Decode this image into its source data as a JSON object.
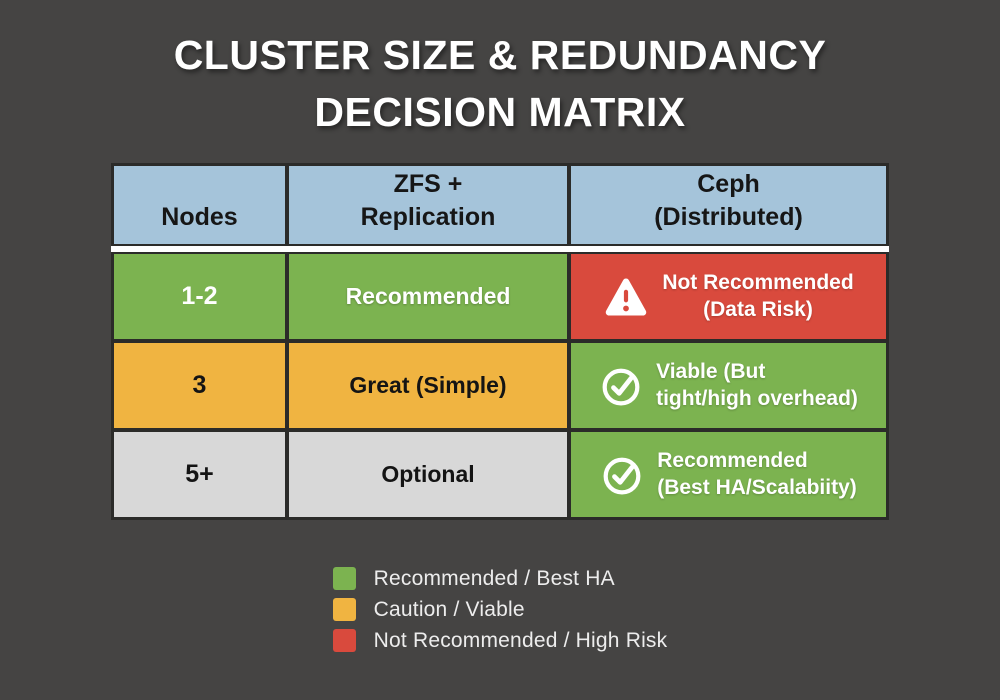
{
  "title": {
    "line1": "CLUSTER SIZE & REDUNDANCY",
    "line2": "DECISION MATRIX"
  },
  "palette": {
    "background": "#454443",
    "header_blue": "#a5c4da",
    "green": "#7cb350",
    "orange": "#f0b441",
    "red": "#d94a3d",
    "gray": "#d8d8d8",
    "grid_line": "#2b2b29",
    "header_separator": "#ffffff",
    "title_text": "#ffffff"
  },
  "table": {
    "headers": [
      {
        "lines": [
          "Nodes"
        ]
      },
      {
        "lines": [
          "ZFS +",
          "Replication"
        ]
      },
      {
        "lines": [
          "Ceph",
          "(Distributed)"
        ]
      }
    ],
    "rows": [
      {
        "nodes": "1-2",
        "zfs": "Recommended",
        "ceph": {
          "icon": "warning-triangle-icon",
          "lines": [
            "Not Recommended",
            "(Data Risk)"
          ]
        }
      },
      {
        "nodes": "3",
        "zfs": "Great (Simple)",
        "ceph": {
          "icon": "check-circle-icon",
          "lines": [
            "Viable (But",
            "tight/high overhead)"
          ]
        }
      },
      {
        "nodes": "5+",
        "zfs": "Optional",
        "ceph": {
          "icon": "check-circle-icon",
          "lines": [
            "Recommended",
            "(Best HA/Scalabiity)"
          ]
        }
      }
    ]
  },
  "legend": {
    "items": [
      {
        "label": "Recommended / Best HA",
        "color": "#7cb350"
      },
      {
        "label": "Caution / Viable",
        "color": "#f0b441"
      },
      {
        "label": "Not Recommended / High Risk",
        "color": "#d94a3d"
      }
    ]
  }
}
